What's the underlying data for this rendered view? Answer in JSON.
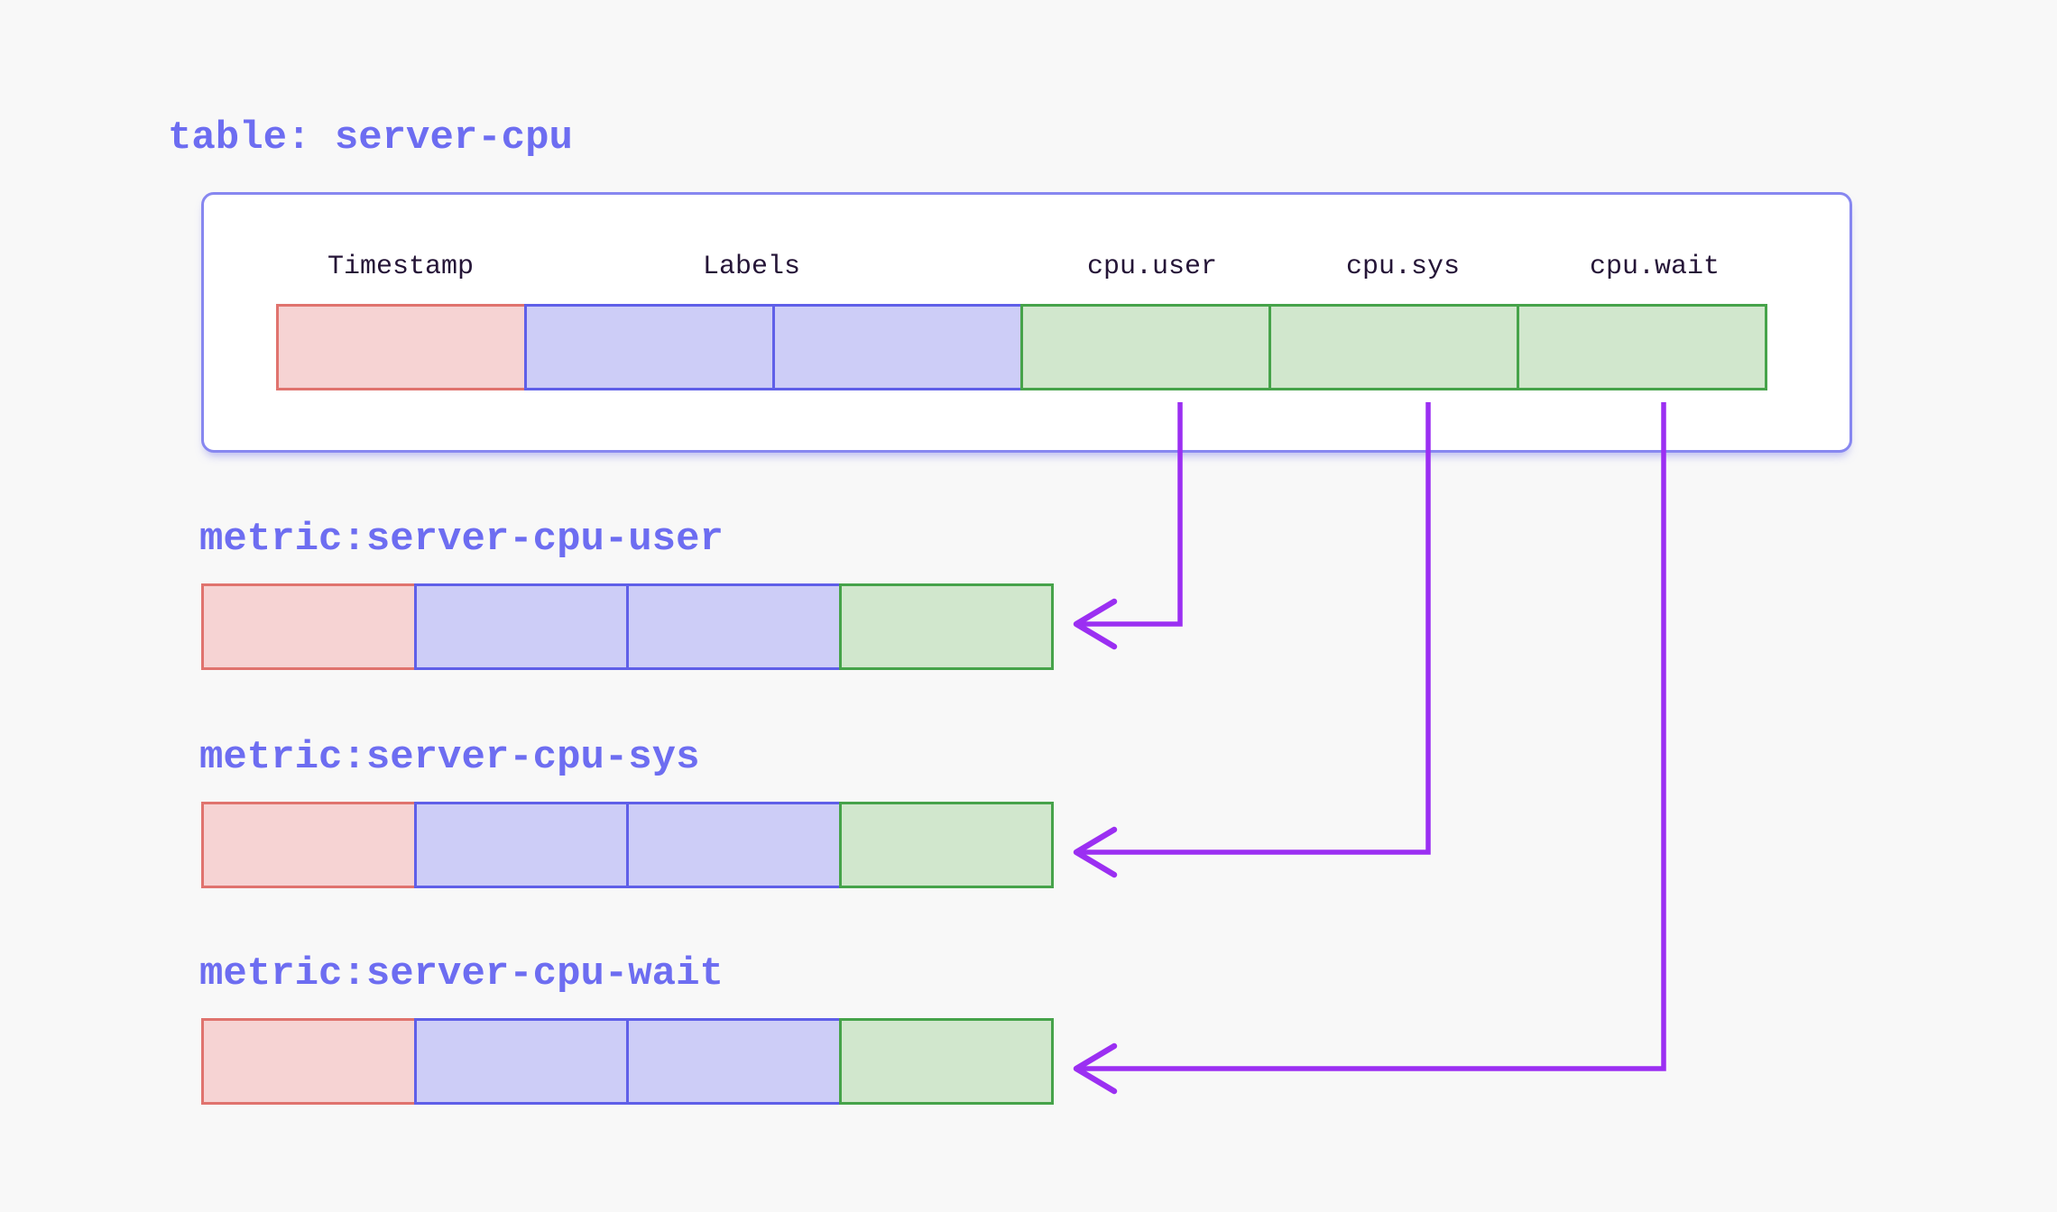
{
  "diagram": {
    "table": {
      "title": "table: server-cpu",
      "column_headers": [
        "Timestamp",
        "Labels",
        "cpu.user",
        "cpu.sys",
        "cpu.wait"
      ],
      "row_cells": [
        "timestamp",
        "label",
        "label",
        "field",
        "field",
        "field"
      ]
    },
    "metrics": [
      {
        "title": "metric:server-cpu-user",
        "from_column": "cpu.user",
        "row_cells": [
          "timestamp",
          "label",
          "label",
          "field"
        ]
      },
      {
        "title": "metric:server-cpu-sys",
        "from_column": "cpu.sys",
        "row_cells": [
          "timestamp",
          "label",
          "label",
          "field"
        ]
      },
      {
        "title": "metric:server-cpu-wait",
        "from_column": "cpu.wait",
        "row_cells": [
          "timestamp",
          "label",
          "label",
          "field"
        ]
      }
    ],
    "colors": {
      "background": "#f8f8f8",
      "container_fill": "#ffffff",
      "container_stroke": "#8787f0",
      "accent_text": "#6d6df1",
      "header_text": "#251537",
      "timestamp_fill": "#f6d3d3",
      "timestamp_stroke": "#e0736e",
      "label_fill": "#cdcdf7",
      "label_stroke": "#5f5fe8",
      "field_fill": "#d1e7cd",
      "field_stroke": "#46a34a",
      "arrow": "#9b2ff2"
    }
  }
}
